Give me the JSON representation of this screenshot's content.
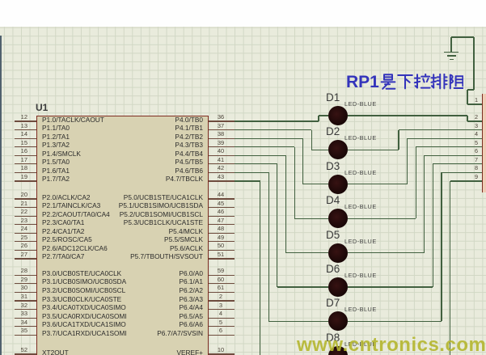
{
  "mcu": {
    "ref": "U1",
    "groups": [
      {
        "left": [
          {
            "pin": "12",
            "name": "P1.0/TACLK/CAOUT"
          },
          {
            "pin": "13",
            "name": "P1.1/TA0"
          },
          {
            "pin": "14",
            "name": "P1.2/TA1"
          },
          {
            "pin": "15",
            "name": "P1.3/TA2"
          },
          {
            "pin": "16",
            "name": "P1.4/SMCLK"
          },
          {
            "pin": "17",
            "name": "P1.5/TA0"
          },
          {
            "pin": "18",
            "name": "P1.6/TA1"
          },
          {
            "pin": "19",
            "name": "P1.7/TA2"
          }
        ],
        "right": [
          {
            "pin": "36",
            "name": "P4.0/TB0"
          },
          {
            "pin": "37",
            "name": "P4.1/TB1"
          },
          {
            "pin": "38",
            "name": "P4.2/TB2"
          },
          {
            "pin": "39",
            "name": "P4.3/TB3"
          },
          {
            "pin": "40",
            "name": "P4.4/TB4"
          },
          {
            "pin": "41",
            "name": "P4.5/TB5"
          },
          {
            "pin": "42",
            "name": "P4.6/TB6"
          },
          {
            "pin": "43",
            "name": "P4.7/TBCLK"
          }
        ]
      },
      {
        "left": [
          {
            "pin": "20",
            "name": "P2.0/ACLK/CA2"
          },
          {
            "pin": "21",
            "name": "P2.1/TAINCLK/CA3"
          },
          {
            "pin": "22",
            "name": "P2.2/CAOUT/TA0/CA4"
          },
          {
            "pin": "23",
            "name": "P2.3/CA0/TA1"
          },
          {
            "pin": "24",
            "name": "P2.4/CA1/TA2"
          },
          {
            "pin": "25",
            "name": "P2.5/ROSC/CA5"
          },
          {
            "pin": "26",
            "name": "P2.6/ADC12CLK/CA6"
          },
          {
            "pin": "27",
            "name": "P2.7/TA0/CA7"
          }
        ],
        "right": [
          {
            "pin": "44",
            "name": "P5.0/UCB1STE/UCA1CLK"
          },
          {
            "pin": "45",
            "name": "P5.1/UCB1SIMO/UCB1SDA"
          },
          {
            "pin": "46",
            "name": "P5.2/UCB1SOMI/UCB1SCL"
          },
          {
            "pin": "47",
            "name": "P5.3/UCB1CLK/UCA1STE"
          },
          {
            "pin": "48",
            "name": "P5.4/MCLK"
          },
          {
            "pin": "49",
            "name": "P5.5/SMCLK"
          },
          {
            "pin": "50",
            "name": "P5.6/ACLK"
          },
          {
            "pin": "51",
            "name": "P5.7/TBOUTH/SVSOUT"
          }
        ]
      },
      {
        "left": [
          {
            "pin": "28",
            "name": "P3.0/UCB0STE/UCA0CLK"
          },
          {
            "pin": "29",
            "name": "P3.1/UCB0SIMO/UCB0SDA"
          },
          {
            "pin": "30",
            "name": "P3.2/UCB0SOMI/UCB0SCL"
          },
          {
            "pin": "31",
            "name": "P3.3/UCB0CLK/UCA0STE"
          },
          {
            "pin": "32",
            "name": "P3.4/UCA0TXD/UCA0SIMO"
          },
          {
            "pin": "33",
            "name": "P3.5/UCA0RXD/UCA0SOMI"
          },
          {
            "pin": "34",
            "name": "P3.6/UCA1TXD/UCA1SIMO"
          },
          {
            "pin": "35",
            "name": "P3.7/UCA1RXD/UCA1SOMI"
          }
        ],
        "right": [
          {
            "pin": "59",
            "name": "P6.0/A0"
          },
          {
            "pin": "60",
            "name": "P6.1/A1"
          },
          {
            "pin": "61",
            "name": "P6.2/A2"
          },
          {
            "pin": "2",
            "name": "P6.3/A3"
          },
          {
            "pin": "3",
            "name": "P6.4/A4"
          },
          {
            "pin": "4",
            "name": "P6.5/A5"
          },
          {
            "pin": "5",
            "name": "P6.6/A6"
          },
          {
            "pin": "6",
            "name": "P6.7/A7/SVSIN"
          }
        ]
      },
      {
        "left": [
          {
            "pin": "52",
            "name": "XT2OUT"
          }
        ],
        "right": [
          {
            "pin": "10",
            "name": "VEREF+"
          }
        ]
      }
    ]
  },
  "leds": [
    {
      "ref": "D1",
      "part": "LED-BLUE"
    },
    {
      "ref": "D2",
      "part": "LED-BLUE"
    },
    {
      "ref": "D3",
      "part": "LED-BLUE"
    },
    {
      "ref": "D4",
      "part": "LED-BLUE"
    },
    {
      "ref": "D5",
      "part": "LED-BLUE"
    },
    {
      "ref": "D6",
      "part": "LED-BLUE"
    },
    {
      "ref": "D7",
      "part": "LED-BLUE"
    },
    {
      "ref": "D8",
      "part": "LED-BLUE"
    }
  ],
  "resistor_pack": {
    "pins": [
      "1",
      "2",
      "3",
      "4",
      "5",
      "6",
      "7",
      "8",
      "9"
    ]
  },
  "annotation": {
    "text": "RP1是下拉排阻",
    "prefix": "RP1",
    "color": "#3434bb"
  },
  "watermark": {
    "text": "www.cntronics.com",
    "color": "#b6b82a"
  }
}
